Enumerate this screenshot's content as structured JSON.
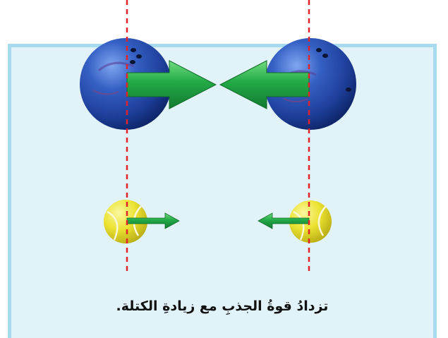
{
  "caption": "تزدادُ قوةُ الجذبِ مع زيادةِ الكتلة.",
  "colors": {
    "panel_background": "#e1f2f8",
    "panel_border": "#a6dbef",
    "guide_line": "#e2232a",
    "arrow_fill": "#23a84a",
    "bowling_ball": "#2c55b8",
    "tennis_ball": "#e8e22c"
  },
  "objects": {
    "large_mass": "bowling-ball",
    "small_mass": "tennis-ball"
  },
  "forces": {
    "large_pair": "strong attraction",
    "small_pair": "weak attraction"
  }
}
